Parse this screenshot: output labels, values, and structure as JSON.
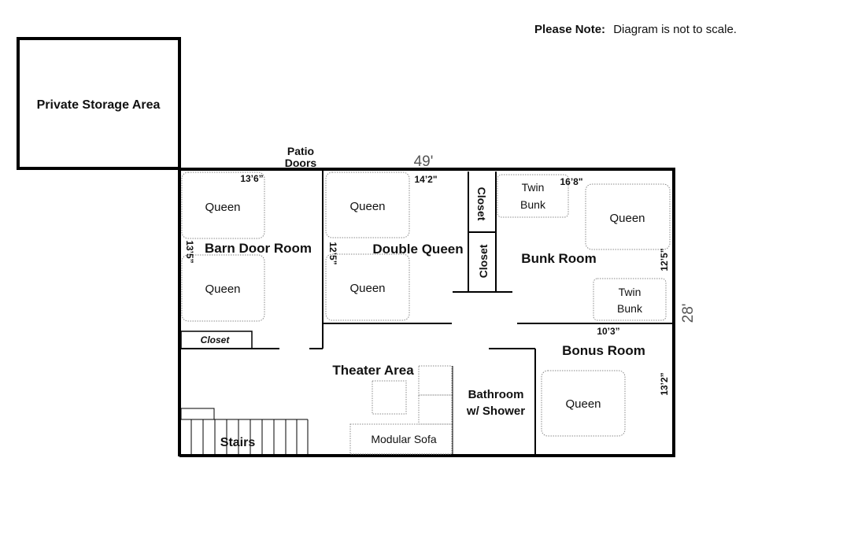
{
  "note": {
    "bold": "Please Note:",
    "text": "Diagram is not to scale."
  },
  "storage": {
    "label": "Private Storage Area"
  },
  "patio_doors": {
    "line1": "Patio",
    "line2": "Doors"
  },
  "overall_dims": {
    "width": "49'",
    "depth": "28'"
  },
  "rooms": {
    "barn_door": {
      "name": "Barn Door Room",
      "bed1": "Queen",
      "bed2": "Queen",
      "dim_top": "13’6”",
      "dim_side": "13’5”",
      "closet": "Closet"
    },
    "double_queen": {
      "name": "Double Queen",
      "bed1": "Queen",
      "bed2": "Queen",
      "dim_top": "14’2\"",
      "dim_side": "12’5”"
    },
    "closets": {
      "upper": "Closet",
      "lower": "Closet"
    },
    "bunk": {
      "name": "Bunk Room",
      "twin_top_l1": "Twin",
      "twin_top_l2": "Bunk",
      "queen": "Queen",
      "twin_bottom_l1": "Twin",
      "twin_bottom_l2": "Bunk",
      "dim_top": "16’8\"",
      "dim_side": "12’5”",
      "dim_bottom": "10’3”"
    },
    "bonus": {
      "name": "Bonus Room",
      "queen": "Queen",
      "dim_side": "13’2”"
    },
    "theater": {
      "name": "Theater Area",
      "sofa": "Modular Sofa"
    },
    "bathroom": {
      "line1": "Bathroom",
      "line2": "w/ Shower"
    },
    "stairs": {
      "name": "Stairs"
    }
  }
}
